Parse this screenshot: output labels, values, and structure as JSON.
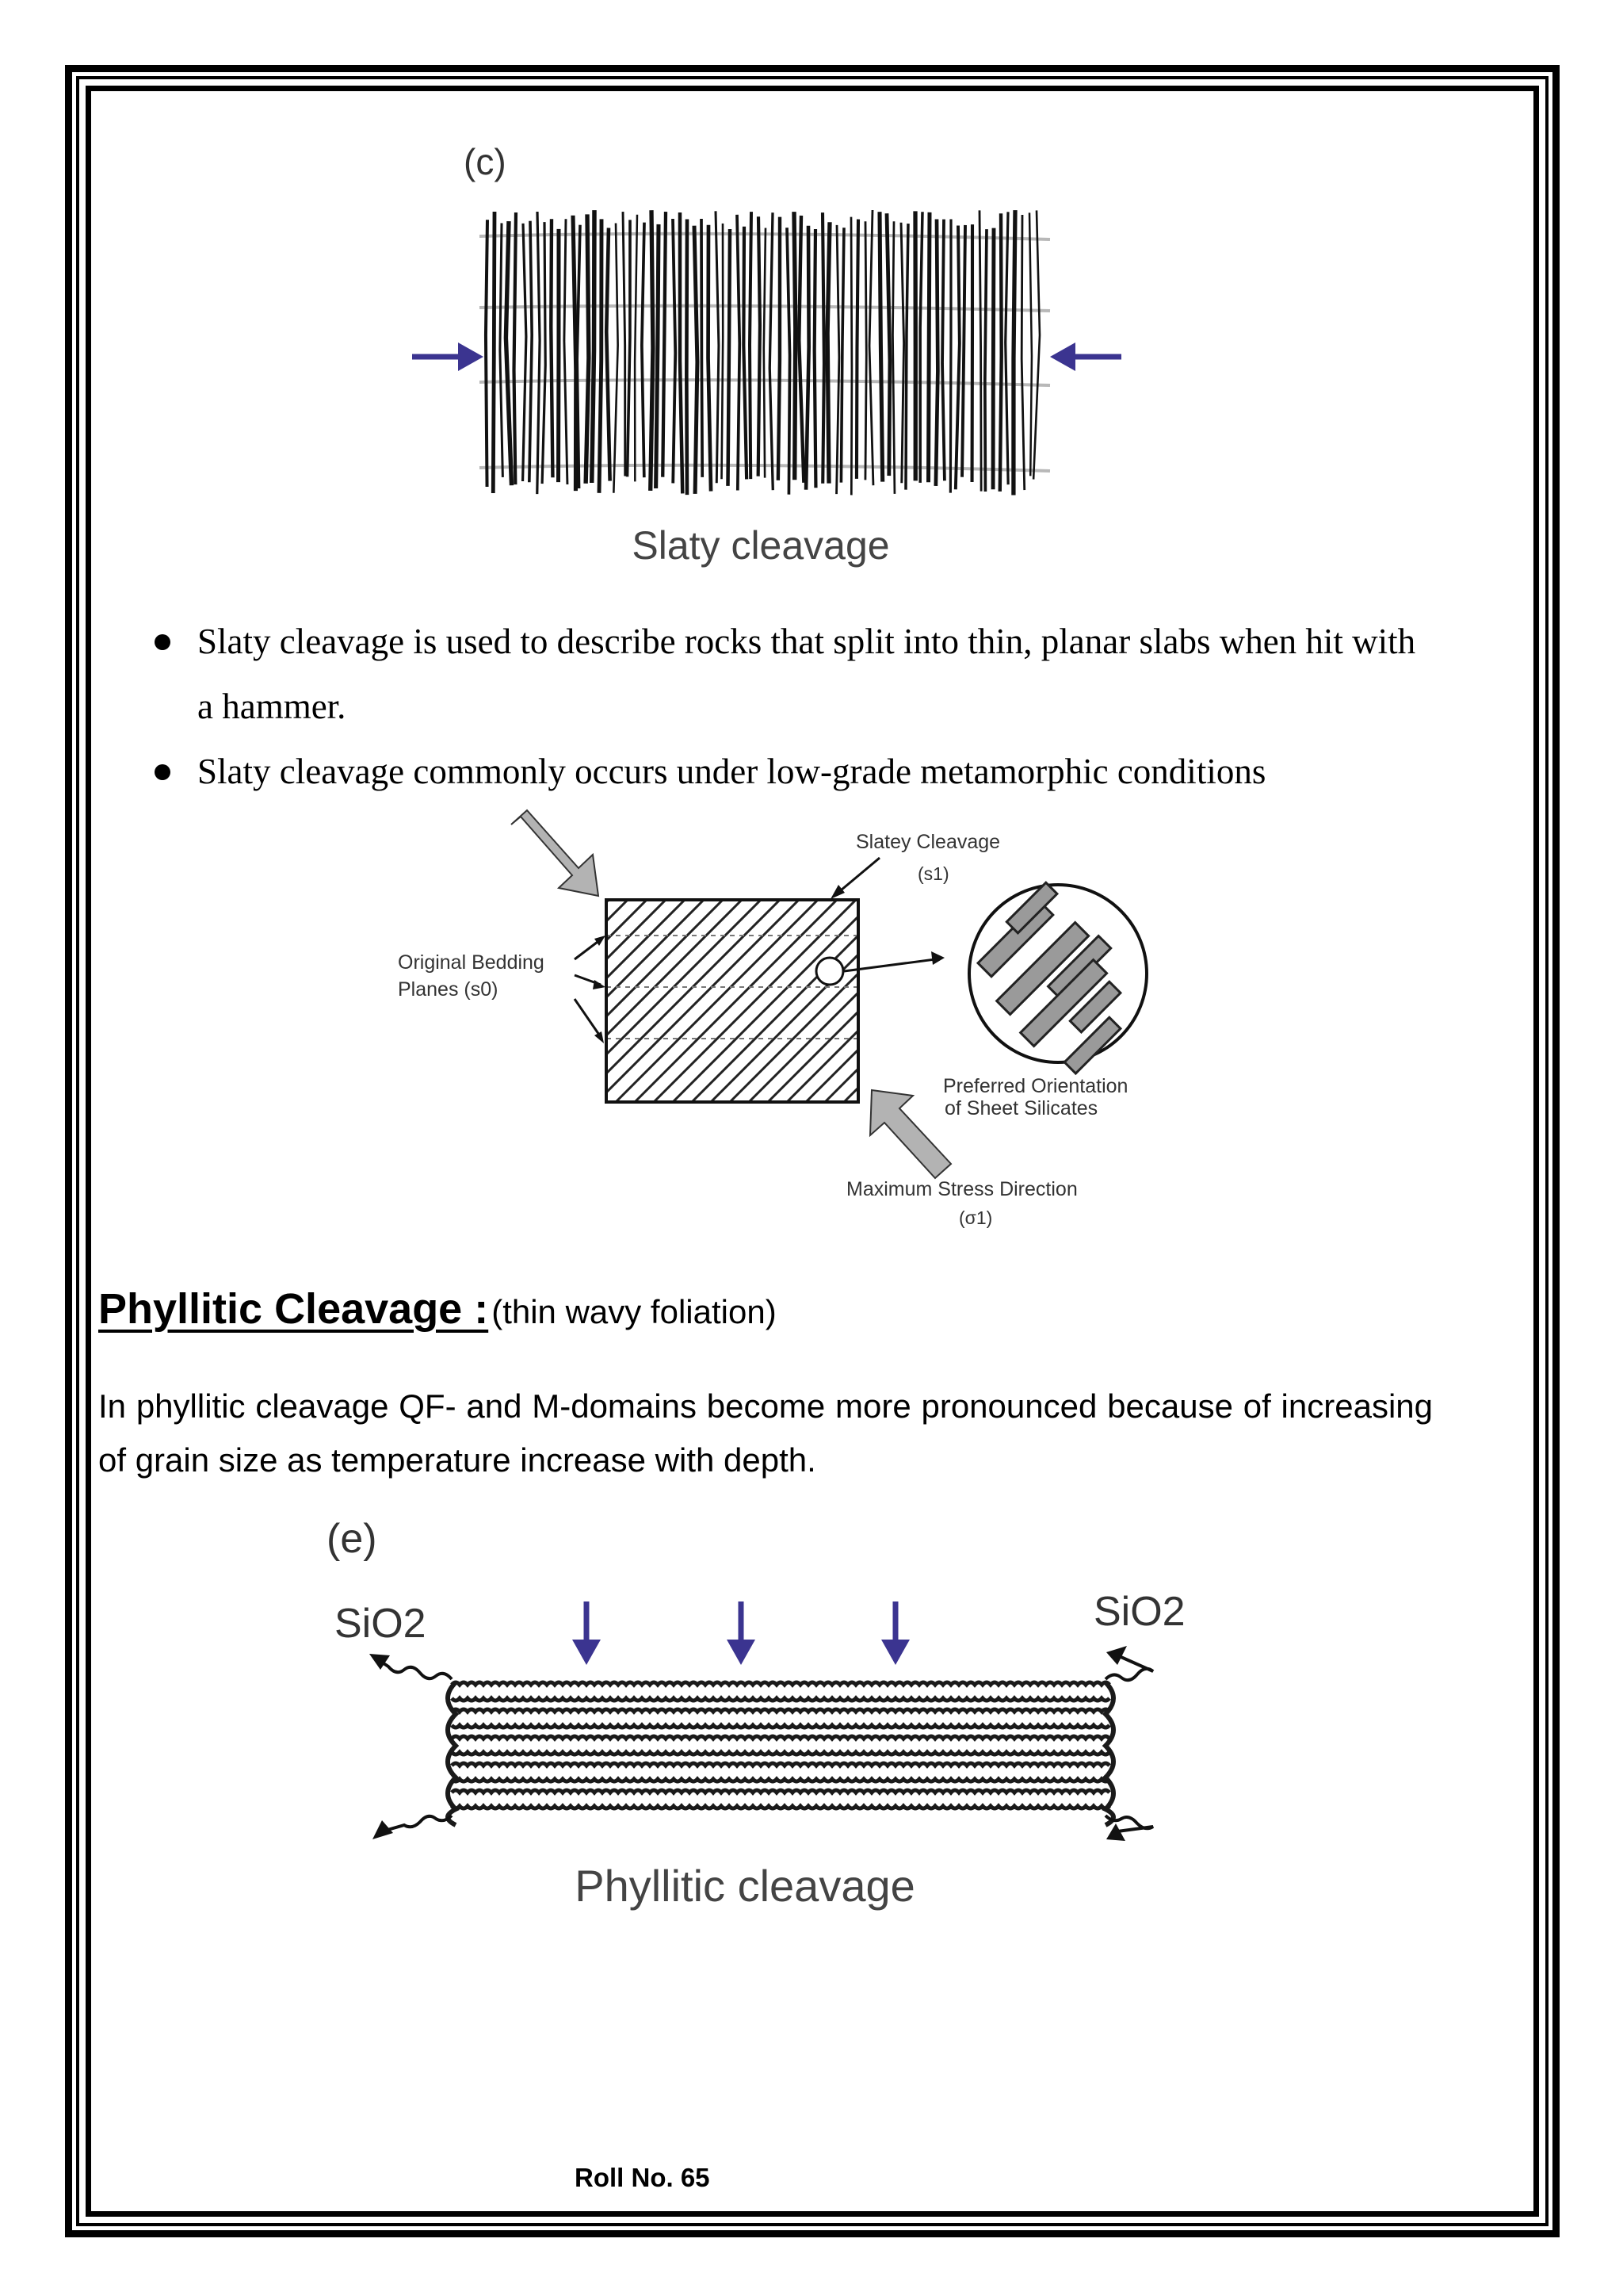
{
  "fig_c": {
    "tag": "(c)",
    "caption": "Slaty cleavage"
  },
  "bullets": [
    "Slaty cleavage is used to describe rocks that split into thin, planar slabs when hit with a hammer.",
    "Slaty cleavage commonly occurs under low-grade metamorphic conditions"
  ],
  "fig_diagram": {
    "slatey_cleavage": "Slatey Cleavage",
    "s1": "(s1)",
    "bedding_1": "Original Bedding",
    "bedding_2": "Planes (s0)",
    "preferred_1": "Preferred Orientation",
    "preferred_2": "of Sheet Silicates",
    "max_stress": "Maximum Stress Direction",
    "sigma1": "(σ1)"
  },
  "section": {
    "heading": "Phyllitic Cleavage :",
    "subheading": "(thin wavy foliation)",
    "paragraph": "In phyllitic cleavage QF- and M-domains become more pronounced because of increasing of grain size as temperature increase with depth."
  },
  "fig_e": {
    "tag": "(e)",
    "sio2_left": "SiO2",
    "sio2_right": "SiO2",
    "caption": "Phyllitic cleavage"
  },
  "footer": {
    "roll": "Roll No. 65"
  },
  "colors": {
    "arrow": "#3b3490",
    "ink": "#111111",
    "gray_arrow": "#b3b3b3"
  }
}
